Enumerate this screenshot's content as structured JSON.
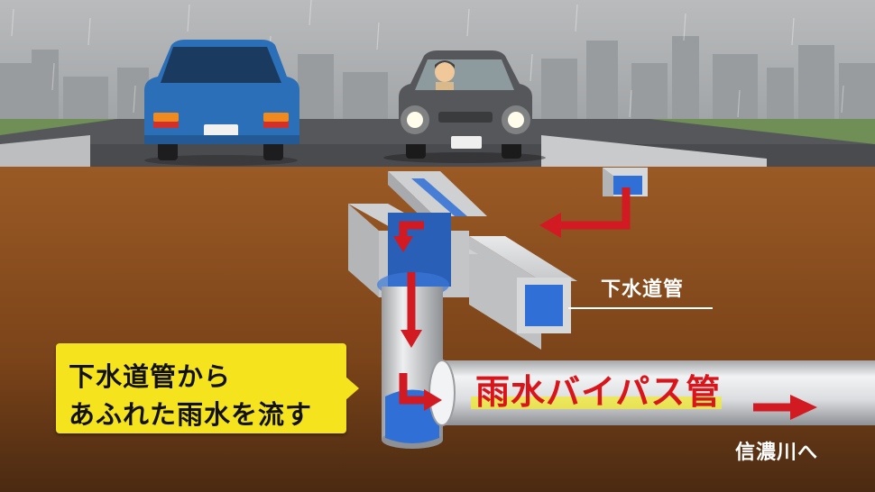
{
  "labels": {
    "sewer_pipe": "下水道管",
    "callout_line1": "下水道管から",
    "callout_line2": "あふれた雨水を流す",
    "bypass_pipe": "雨水バイパス管",
    "destination": "信濃川へ"
  },
  "colors": {
    "sky": "#a9acae",
    "soil": "#8a4f20",
    "road": "#4a4b4e",
    "water": "#2f6fd6",
    "arrow": "#d21a22",
    "callout": "#f5e41d",
    "pipe": "#d9dadc"
  },
  "icons": [
    "flow-arrow-icon",
    "rain-icon"
  ]
}
